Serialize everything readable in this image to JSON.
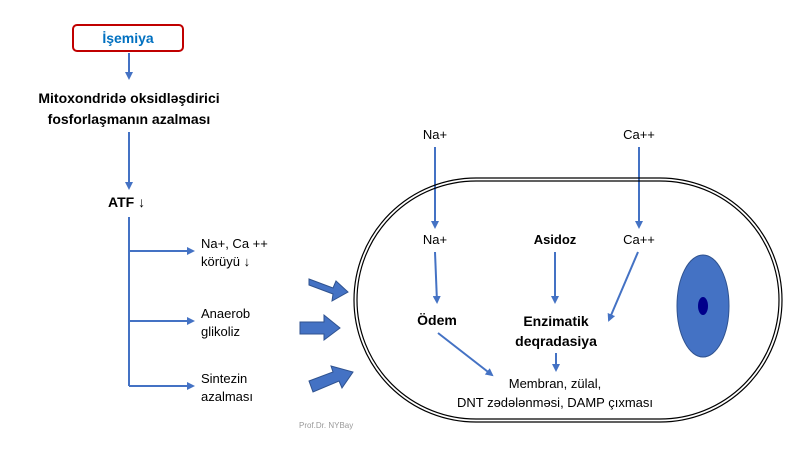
{
  "root": "İşemiya",
  "step1": [
    "Mitoxondridə oksidləşdirici",
    "fosforlaşmanın  azalması"
  ],
  "atf": "ATF ↓",
  "branches": [
    [
      "Na+, Ca ++",
      "körüyü ↓"
    ],
    [
      "Anaerob",
      "glikoliz"
    ],
    [
      "Sintezin",
      "azalması"
    ]
  ],
  "cell": {
    "na_out": "Na+",
    "ca_out": "Ca++",
    "na_in": "Na+",
    "asidoz": "Asidoz",
    "ca_in": "Ca++",
    "odem": "Ödem",
    "enzim": [
      "Enzimatik",
      "deqradasiya"
    ],
    "result": [
      "Membran, zülal,",
      "DNT zədələnməsi, DAMP çıxması"
    ]
  },
  "watermark": "Prof.Dr. NYBay",
  "colors": {
    "arrow": "#4472c4",
    "box_border": "#c00000",
    "root_text": "#0070c0",
    "nucleus_inner": "#00008b"
  }
}
